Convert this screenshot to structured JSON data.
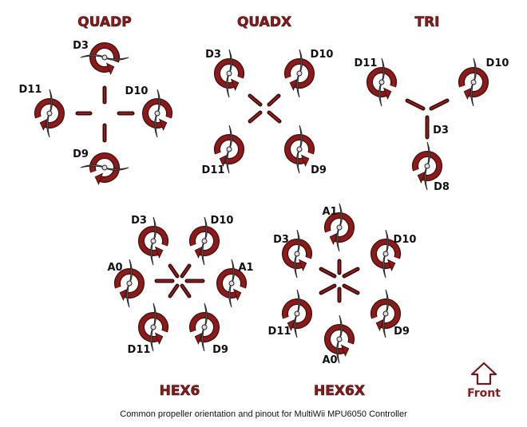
{
  "caption": "Common propeller orientation and pinout for MultiWii MPU6050 Controller",
  "front_label": "Front",
  "colors": {
    "title": "#8b1a1a",
    "arrow": "#8b1a1a",
    "arrow_dark": "#4a0c0c",
    "prop": "#6a6a6a",
    "arm": "#3a0d0d"
  },
  "frames": [
    {
      "id": "quadp",
      "title": "QUADP",
      "motors": [
        {
          "pin": "D3",
          "dir": "ccw"
        },
        {
          "pin": "D11",
          "dir": "cw"
        },
        {
          "pin": "D10",
          "dir": "ccw"
        },
        {
          "pin": "D9",
          "dir": "cw"
        }
      ]
    },
    {
      "id": "quadx",
      "title": "QUADX",
      "motors": [
        {
          "pin": "D3",
          "dir": "ccw"
        },
        {
          "pin": "D10",
          "dir": "cw"
        },
        {
          "pin": "D11",
          "dir": "cw"
        },
        {
          "pin": "D9",
          "dir": "ccw"
        }
      ]
    },
    {
      "id": "tri",
      "title": "TRI",
      "motors": [
        {
          "pin": "D11",
          "dir": "ccw"
        },
        {
          "pin": "D10",
          "dir": "cw"
        },
        {
          "pin": "D8",
          "dir": "cw"
        }
      ],
      "servo_pin": "D3"
    },
    {
      "id": "hex6",
      "title": "HEX6",
      "motors": [
        {
          "pin": "D3",
          "dir": "ccw"
        },
        {
          "pin": "D10",
          "dir": "cw"
        },
        {
          "pin": "A0",
          "dir": "cw"
        },
        {
          "pin": "A1",
          "dir": "ccw"
        },
        {
          "pin": "D11",
          "dir": "ccw"
        },
        {
          "pin": "D9",
          "dir": "cw"
        }
      ]
    },
    {
      "id": "hex6x",
      "title": "HEX6X",
      "motors": [
        {
          "pin": "A1",
          "dir": "cw"
        },
        {
          "pin": "D3",
          "dir": "ccw"
        },
        {
          "pin": "D10",
          "dir": "ccw"
        },
        {
          "pin": "D11",
          "dir": "cw"
        },
        {
          "pin": "D9",
          "dir": "cw"
        },
        {
          "pin": "A0",
          "dir": "ccw"
        }
      ]
    }
  ]
}
